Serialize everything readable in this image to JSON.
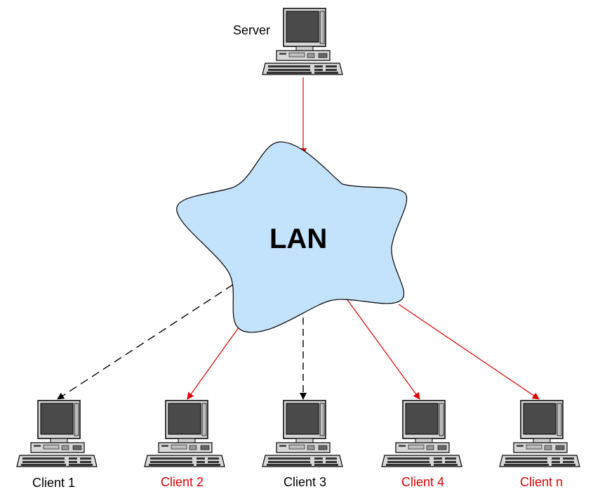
{
  "server": {
    "label": "Server"
  },
  "network": {
    "label": "LAN"
  },
  "clients": [
    {
      "label": "Client 1",
      "link": "dashed",
      "highlight": false
    },
    {
      "label": "Client 2",
      "link": "solid",
      "highlight": true
    },
    {
      "label": "Client 3",
      "link": "dashed",
      "highlight": false
    },
    {
      "label": "Client 4",
      "link": "solid",
      "highlight": true
    },
    {
      "label": "Client n",
      "link": "solid",
      "highlight": true
    }
  ],
  "colors": {
    "active_link": "#e00000",
    "inactive_link": "#000000",
    "cloud_fill": "#c3e2fb",
    "cloud_stroke": "#000000",
    "active_label": "#e00000",
    "inactive_label": "#000000"
  },
  "icons": {
    "computer": "desktop-computer-icon"
  }
}
